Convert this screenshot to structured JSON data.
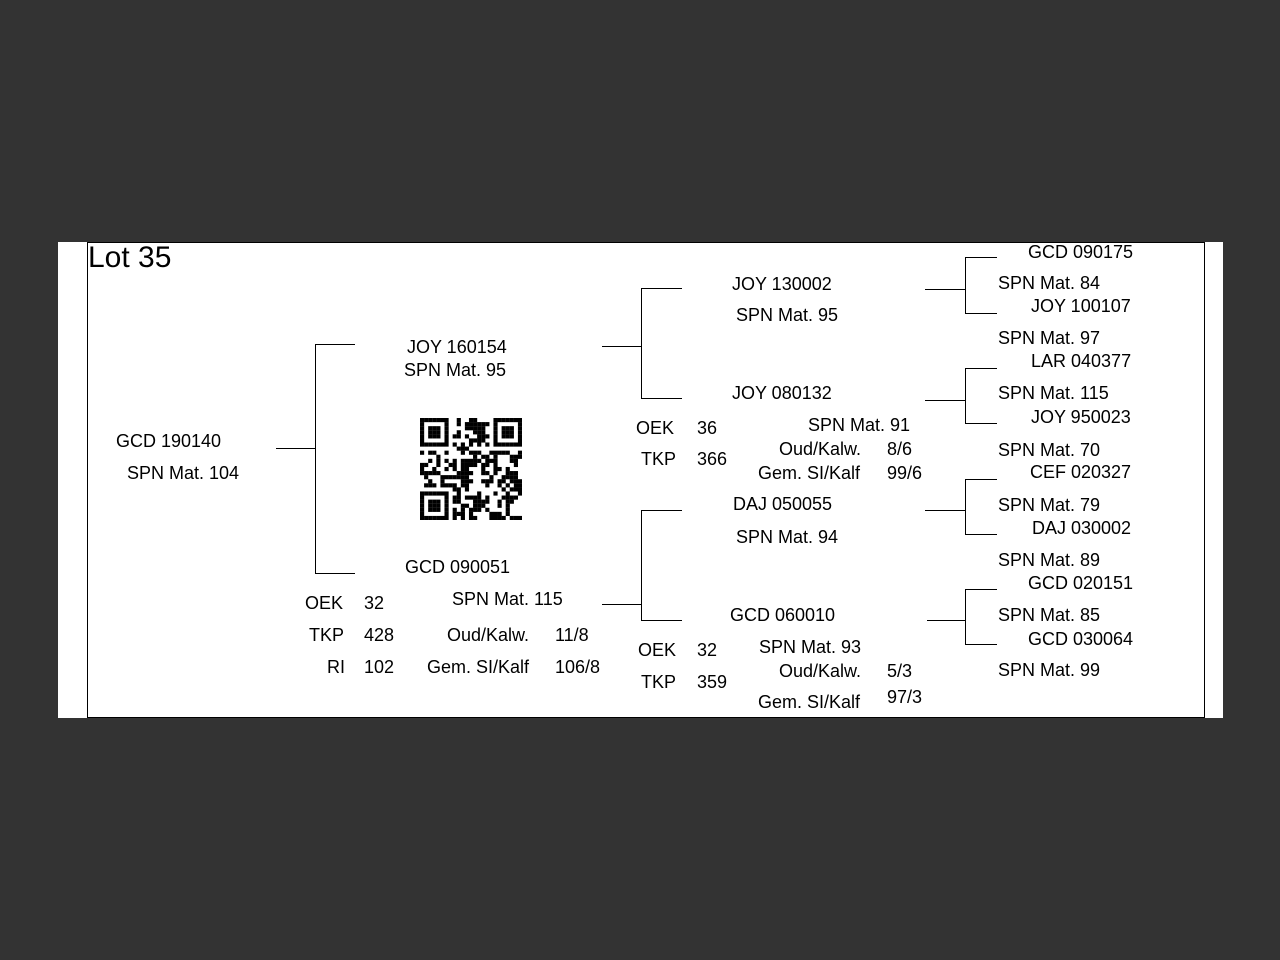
{
  "lot_title": "Lot 35",
  "subject": {
    "name": "GCD 190140",
    "spn": "SPN Mat. 104"
  },
  "sire": {
    "name": "JOY 160154",
    "spn": "SPN Mat. 95"
  },
  "dam": {
    "name": "GCD 090051",
    "spn": "SPN Mat. 115",
    "oek_label": "OEK",
    "oek": "32",
    "tkp_label": "TKP",
    "tkp": "428",
    "ri_label": "RI",
    "ri": "102",
    "oud_label": "Oud/Kalw.",
    "oud": "11/8",
    "gem_label": "Gem. SI/Kalf",
    "gem": "106/8"
  },
  "sire_sire": {
    "name": "JOY 130002",
    "spn": "SPN Mat. 95"
  },
  "sire_dam": {
    "name": "JOY 080132",
    "spn": "SPN Mat. 91",
    "oek_label": "OEK",
    "oek": "36",
    "tkp_label": "TKP",
    "tkp": "366",
    "oud_label": "Oud/Kalw.",
    "oud": "8/6",
    "gem_label": "Gem. SI/Kalf",
    "gem": "99/6"
  },
  "dam_sire": {
    "name": "DAJ 050055",
    "spn": "SPN Mat. 94"
  },
  "dam_dam": {
    "name": "GCD 060010",
    "spn": "SPN Mat. 93",
    "oek_label": "OEK",
    "oek": "32",
    "tkp_label": "TKP",
    "tkp": "359",
    "oud_label": "Oud/Kalw.",
    "oud": "5/3",
    "gem_label": "Gem. SI/Kalf",
    "gem": "97/3"
  },
  "gen3": [
    {
      "name": "GCD 090175",
      "spn": "SPN Mat. 84"
    },
    {
      "name": "JOY 100107",
      "spn": "SPN Mat. 97"
    },
    {
      "name": "LAR 040377",
      "spn": "SPN Mat. 115"
    },
    {
      "name": "JOY 950023",
      "spn": "SPN Mat. 70"
    },
    {
      "name": "CEF 020327",
      "spn": "SPN Mat. 79"
    },
    {
      "name": "DAJ 030002",
      "spn": "SPN Mat. 89"
    },
    {
      "name": "GCD 020151",
      "spn": "SPN Mat. 85"
    },
    {
      "name": "GCD 030064",
      "spn": "SPN Mat. 99"
    }
  ],
  "qr_code": "qr-code-icon"
}
